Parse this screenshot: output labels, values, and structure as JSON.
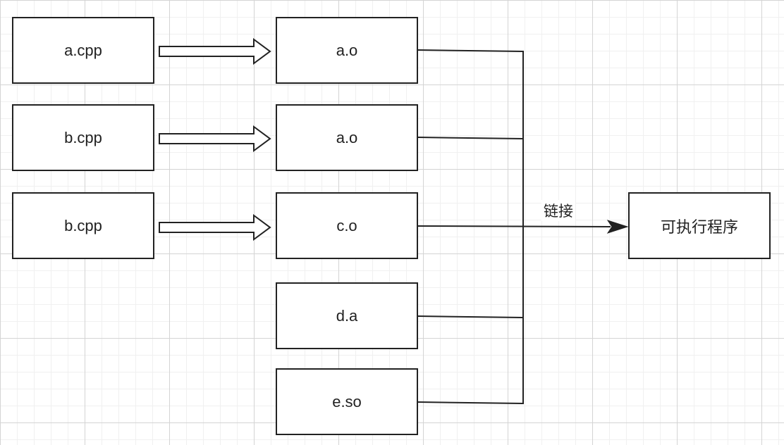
{
  "diagram": {
    "sources": [
      "a.cpp",
      "b.cpp",
      "b.cpp"
    ],
    "objects": [
      "a.o",
      "a.o",
      "c.o",
      "d.a",
      "e.so"
    ],
    "link_label": "链接",
    "output": "可执行程序",
    "colors": {
      "stroke": "#222222",
      "grid_major": "#d4d4d4",
      "grid_minor": "#f0f0f0"
    }
  }
}
